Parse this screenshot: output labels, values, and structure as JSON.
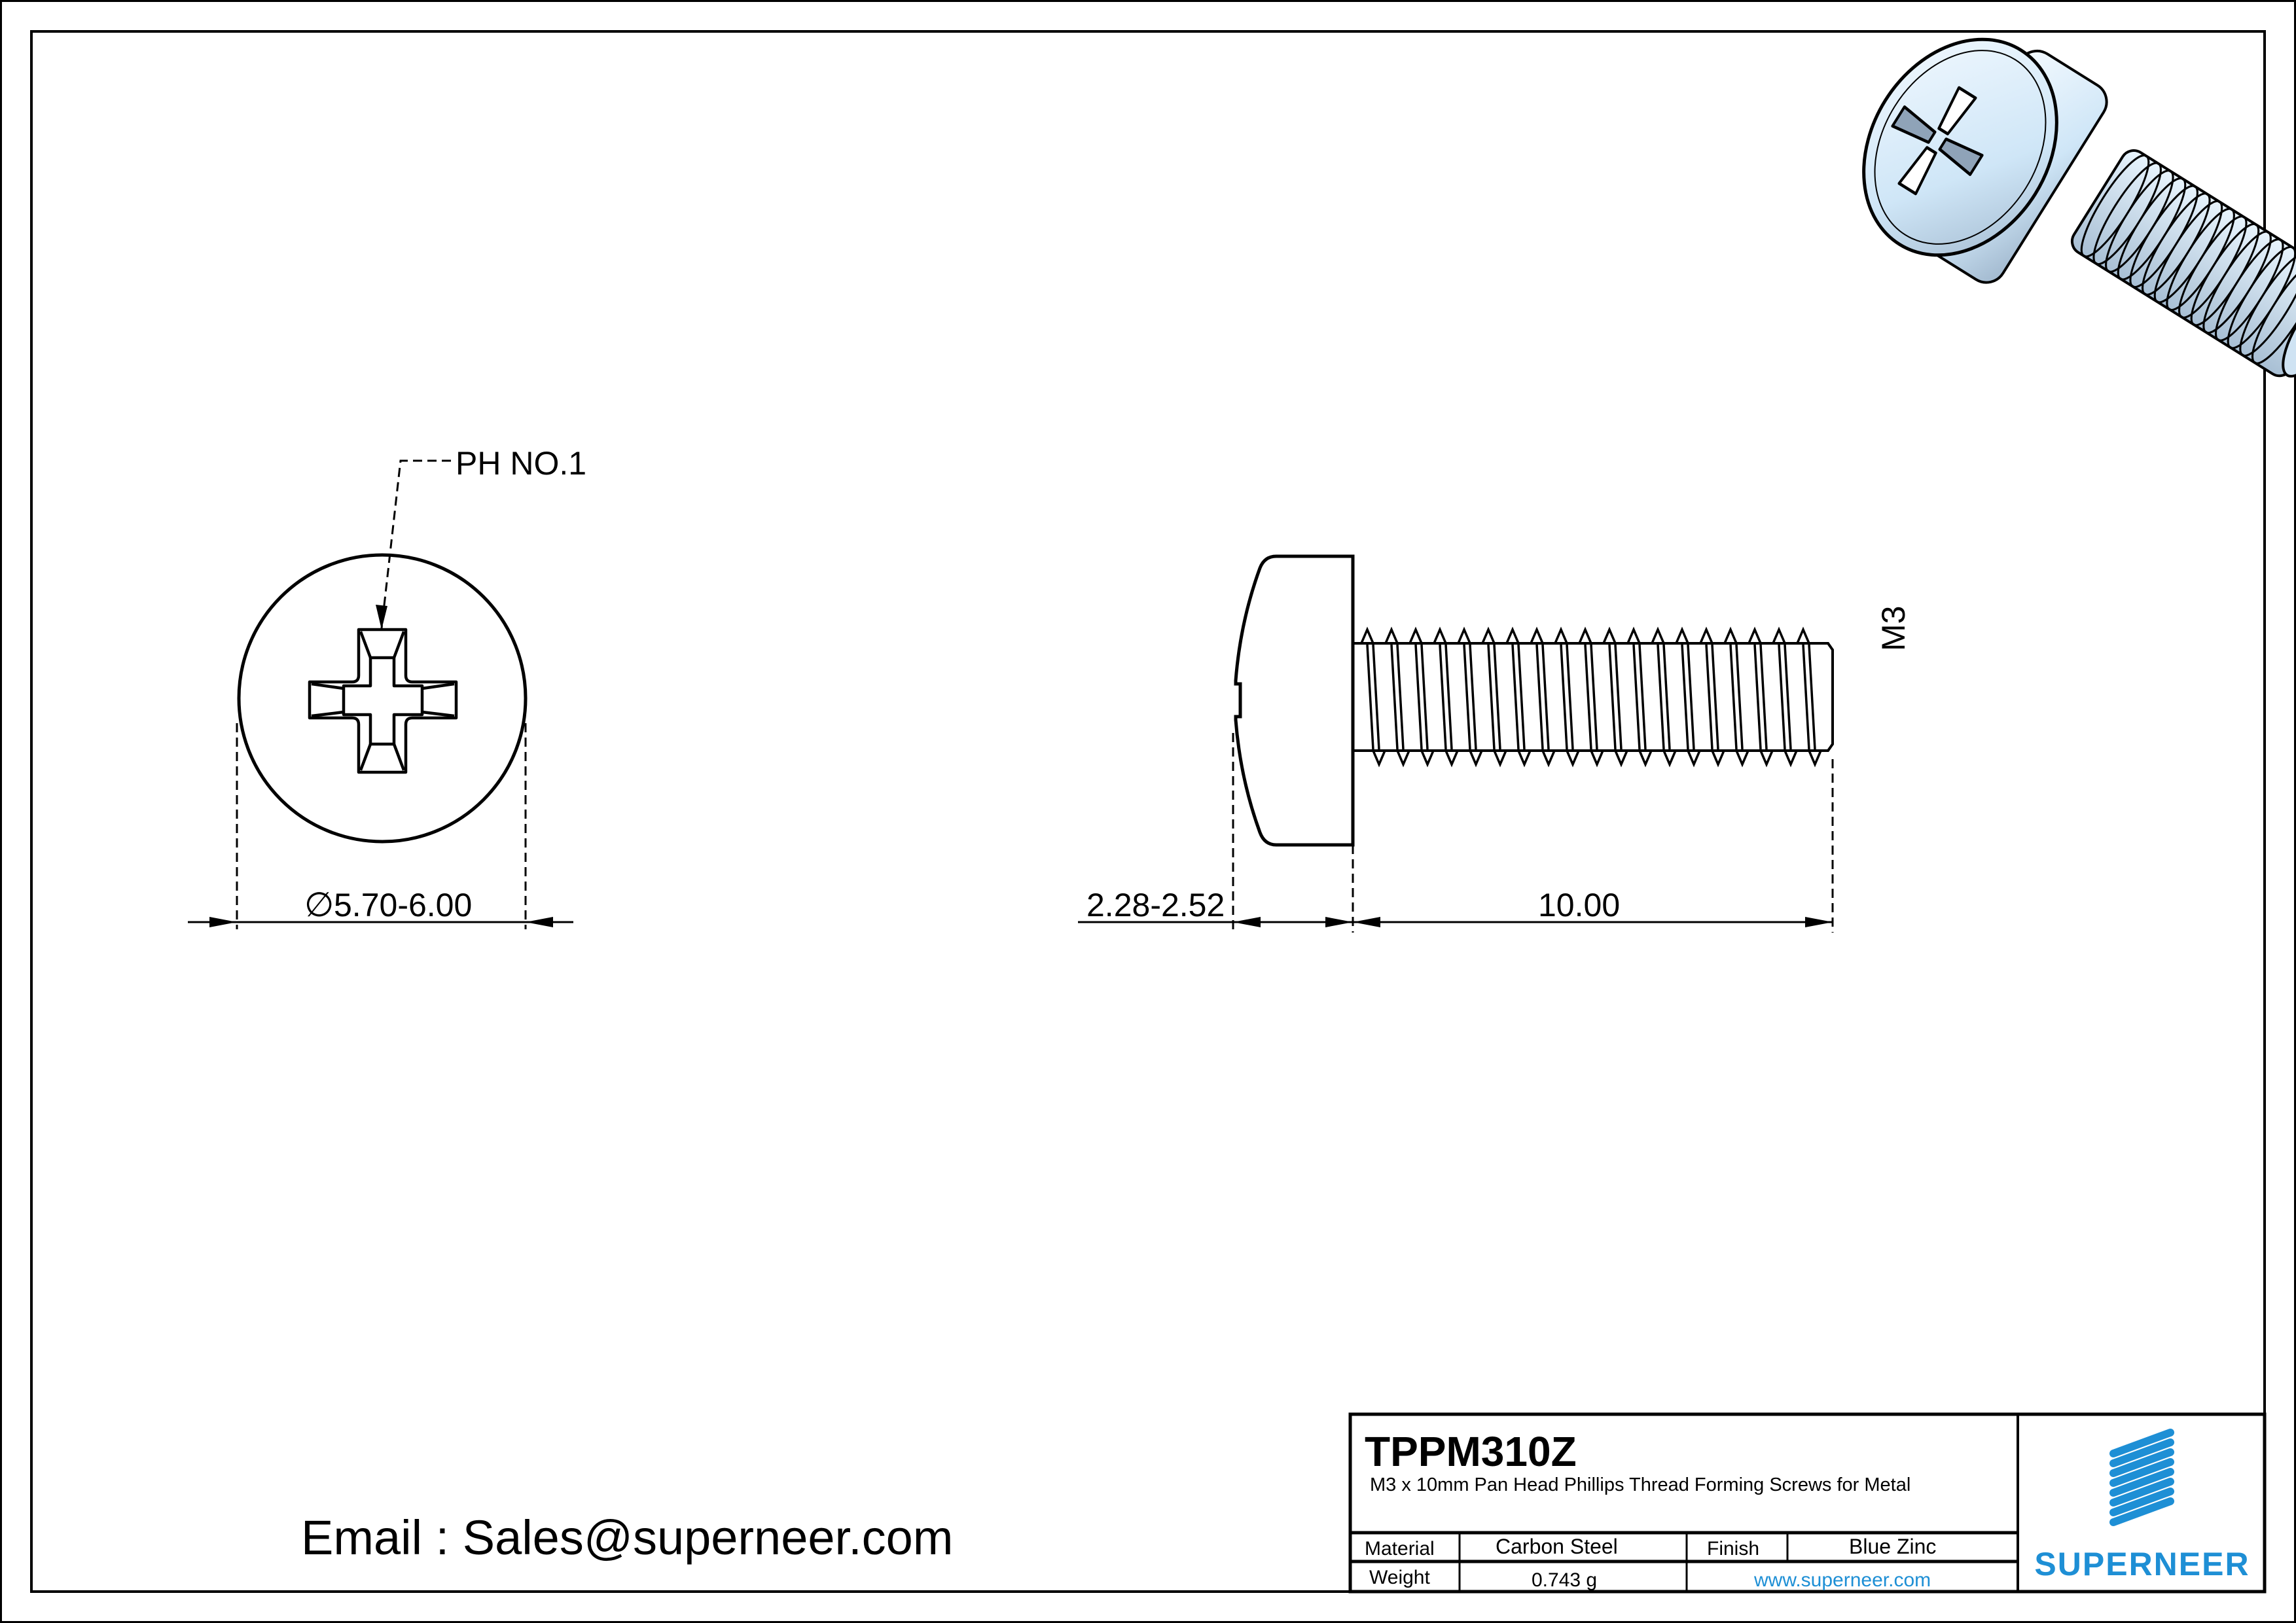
{
  "drawing": {
    "front_view": {
      "callout_label": "PH NO.1",
      "diameter_symbol": "∅",
      "diameter_dim": "5.70-6.00"
    },
    "side_view": {
      "head_height_dim": "2.28-2.52",
      "length_dim": "10.00",
      "thread_label": "M3"
    },
    "iso_view": {
      "description": "3D isometric render of blue zinc pan head phillips screw",
      "fill_color": "#cfe6f7",
      "shade_color": "#8fa3b8"
    }
  },
  "contact": {
    "email_line": "Email : Sales@superneer.com"
  },
  "title_block": {
    "part_number": "TPPM310Z",
    "description": "M3 x 10mm Pan Head Phillips Thread Forming Screws for Metal",
    "material_label": "Material",
    "material_value": "Carbon Steel",
    "finish_label": "Finish",
    "finish_value": "Blue Zinc",
    "weight_label": "Weight",
    "weight_value": "0.743 g",
    "website": "www.superneer.com",
    "logo_text": "SUPERNEER"
  },
  "colors": {
    "brand_blue": "#1e8fd5",
    "line": "#000000",
    "background": "#ffffff"
  }
}
